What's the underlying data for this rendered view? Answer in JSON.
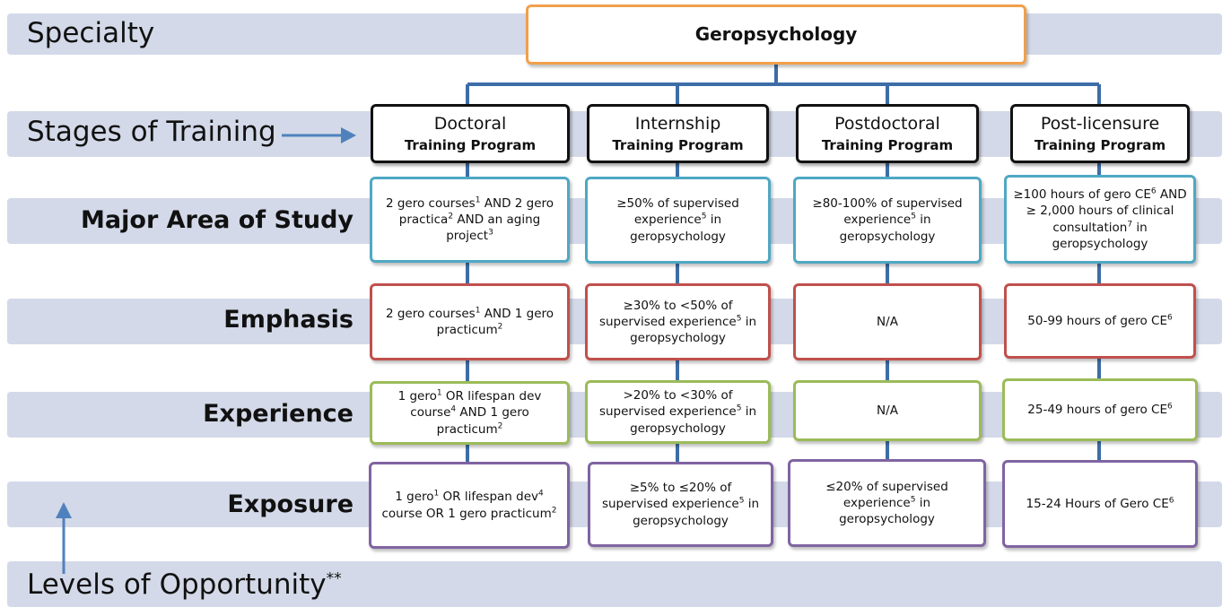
{
  "title": "Geropsychology",
  "rows": {
    "specialty": "Specialty",
    "stages": "Stages of Training",
    "major": "Major Area of Study",
    "emphasis": "Emphasis",
    "experience": "Experience",
    "exposure": "Exposure",
    "levels": "Levels of Opportunity",
    "levels_mark": "**"
  },
  "stages": [
    {
      "t1": "Doctoral",
      "t2": "Training Program"
    },
    {
      "t1": "Internship",
      "t2": "Training Program"
    },
    {
      "t1": "Postdoctoral",
      "t2": "Training Program"
    },
    {
      "t1": "Post-licensure",
      "t2": "Training Program"
    }
  ],
  "cells": {
    "major": [
      [
        {
          "t": "2 gero courses"
        },
        {
          "s": "1"
        },
        {
          "t": " AND 2 gero practica"
        },
        {
          "s": "2"
        },
        {
          "t": " AND an aging project"
        },
        {
          "s": "3"
        }
      ],
      [
        {
          "t": "≥50% of supervised experience"
        },
        {
          "s": "5"
        },
        {
          "t": " in geropsychology"
        }
      ],
      [
        {
          "t": "≥80-100% of supervised experience"
        },
        {
          "s": "5"
        },
        {
          "t": " in geropsychology"
        }
      ],
      [
        {
          "t": "≥100 hours of gero CE"
        },
        {
          "s": "6"
        },
        {
          "t": " AND ≥ 2,000 hours of clinical consultation"
        },
        {
          "s": "7"
        },
        {
          "t": " in geropsychology"
        }
      ]
    ],
    "emphasis": [
      [
        {
          "t": "2 gero courses"
        },
        {
          "s": "1"
        },
        {
          "t": " AND 1 gero practicum"
        },
        {
          "s": "2"
        }
      ],
      [
        {
          "t": "≥30% to <50% of supervised experience"
        },
        {
          "s": "5"
        },
        {
          "t": " in geropsychology"
        }
      ],
      [
        {
          "t": "N/A"
        }
      ],
      [
        {
          "t": "50-99 hours of gero CE"
        },
        {
          "s": "6"
        }
      ]
    ],
    "experience": [
      [
        {
          "t": "1 gero"
        },
        {
          "s": "1"
        },
        {
          "t": " OR lifespan dev course"
        },
        {
          "s": "4"
        },
        {
          "t": " AND 1 gero practicum"
        },
        {
          "s": "2"
        }
      ],
      [
        {
          "t": ">20% to <30% of supervised experience"
        },
        {
          "s": "5"
        },
        {
          "t": " in geropsychology"
        }
      ],
      [
        {
          "t": "N/A"
        }
      ],
      [
        {
          "t": "25-49 hours of gero CE"
        },
        {
          "s": "6"
        }
      ]
    ],
    "exposure": [
      [
        {
          "t": "1 gero"
        },
        {
          "s": "1"
        },
        {
          "t": " OR lifespan dev"
        },
        {
          "s": "4"
        },
        {
          "t": " course OR 1 gero practicum"
        },
        {
          "s": "2"
        }
      ],
      [
        {
          "t": "≥5% to ≤20% of supervised experience"
        },
        {
          "s": "5"
        },
        {
          "t": " in geropsychology"
        }
      ],
      [
        {
          "t": "≤20% of supervised experience"
        },
        {
          "s": "5"
        },
        {
          "t": " in geropsychology"
        }
      ],
      [
        {
          "t": "15-24 Hours of Gero CE"
        },
        {
          "s": "6"
        }
      ]
    ]
  },
  "colors": {
    "band": "#d3d9e8",
    "root_border": "#f0a04b",
    "major_border": "#4fa8c4",
    "emphasis_border": "#c0504d",
    "experience_border": "#9bbb59",
    "exposure_border": "#8064a2",
    "connector": "#3d6da6"
  }
}
